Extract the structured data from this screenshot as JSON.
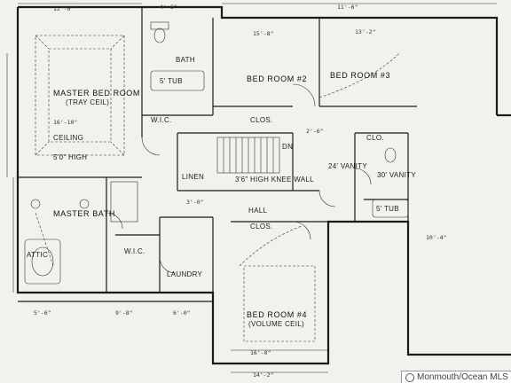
{
  "rooms": {
    "master_bedroom": "MASTER BED ROOM",
    "tray_ceil": "(TRAY CEIL)",
    "master_bath": "MASTER BATH",
    "wic_1": "W.I.C.",
    "wic_2": "W.I.C.",
    "bedroom_2": "BED ROOM #2",
    "bedroom_3": "BED ROOM #3",
    "bedroom_4": "BED ROOM #4",
    "volume_ceil": "(VOLUME CEIL)",
    "bath": "BATH",
    "laundry": "LAUNDRY",
    "linen": "LINEN",
    "hall": "HALL",
    "dn": "DN"
  },
  "labels": {
    "tub_1": "5' TUB",
    "tub_2": "5' TUB",
    "clo_1": "CLOS.",
    "clo_2": "CLO.",
    "clo_3": "CLOS.",
    "vanity_1": "24' VANITY",
    "vanity_2": "30' VANITY",
    "knee_wall": "3'6\" HIGH KNEE WALL",
    "shelf": "5'0\" HIGH",
    "ceil_note": "CEILING",
    "attic": "ATTIC"
  },
  "dimensions": [
    "12'-0\"",
    "15'-8\"",
    "11'-6\"",
    "13'-2\"",
    "16'-0\"",
    "4'-6\"",
    "5'-6\"",
    "3'-0\"",
    "14'-2\"",
    "9'-8\"",
    "6'-0\"",
    "2'-6\"",
    "10'-4\"",
    "16'-10\""
  ],
  "watermark": {
    "text": "Monmouth/Ocean MLS"
  }
}
